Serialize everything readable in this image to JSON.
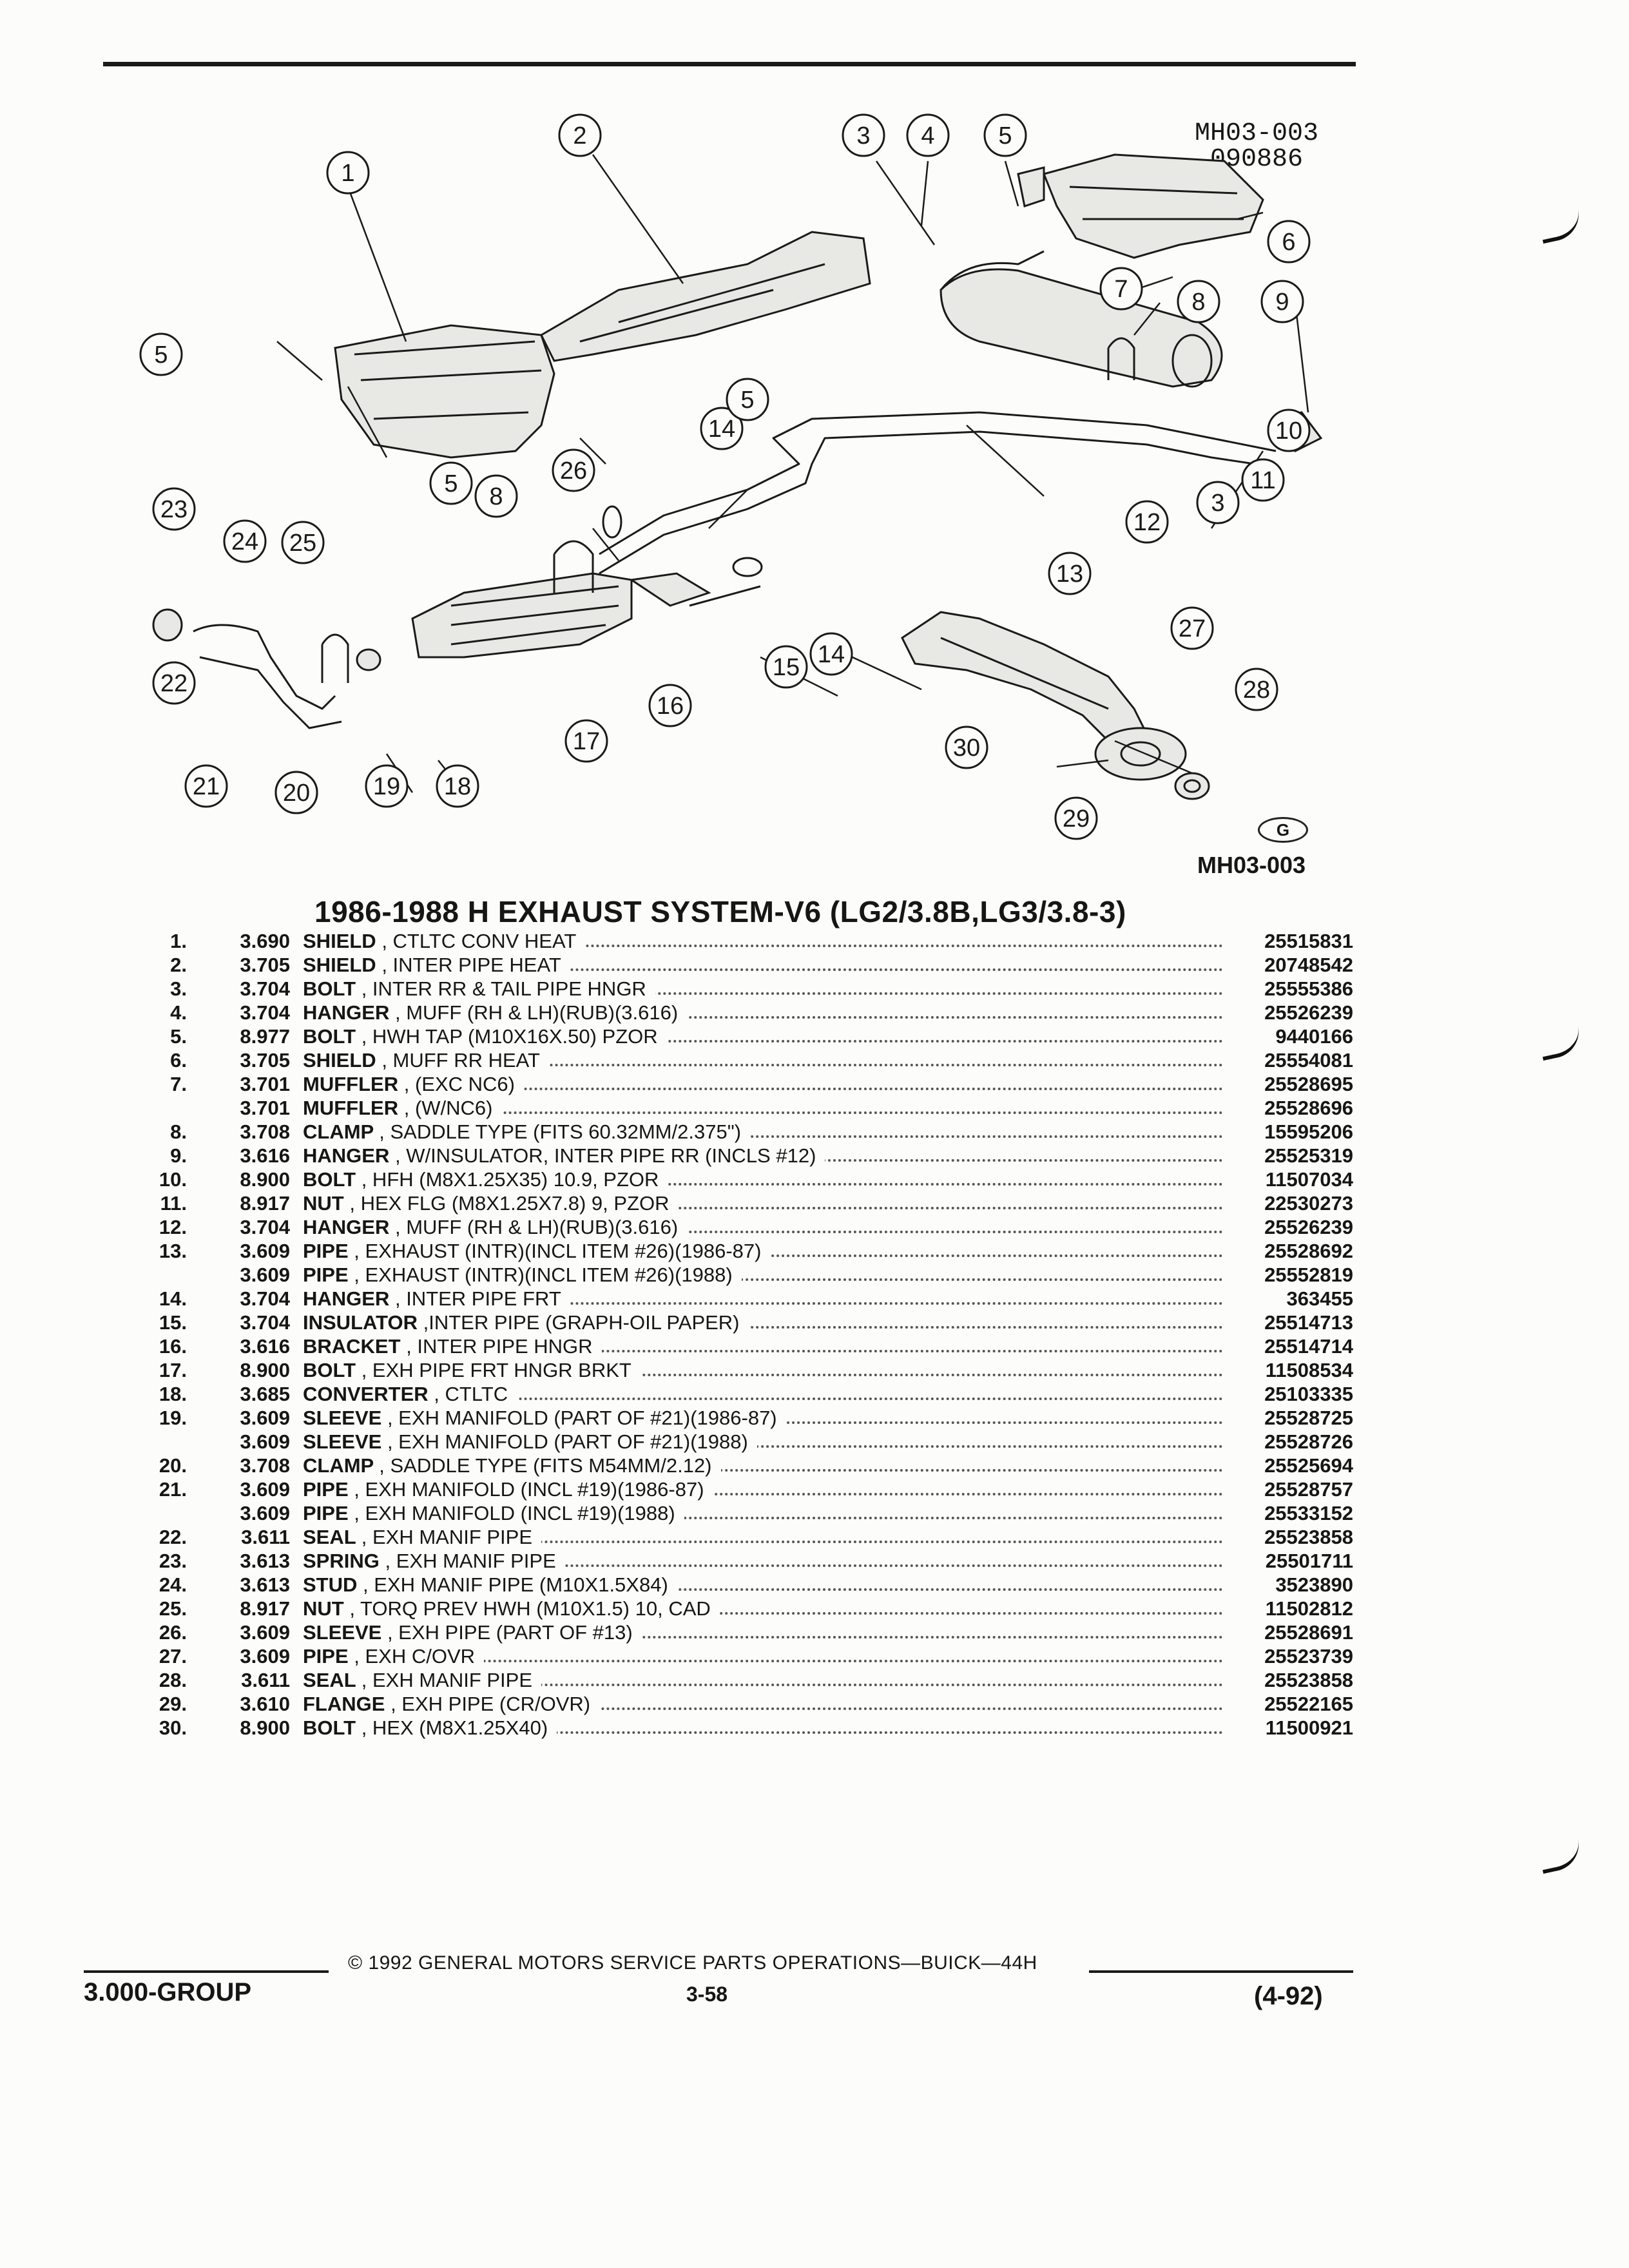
{
  "diagram": {
    "drawing_code": "MH03-003",
    "drawing_date": "090886",
    "figure_id": "MH03-003",
    "logo_letter": "G",
    "callouts": [
      "1",
      "2",
      "3",
      "4",
      "5",
      "6",
      "7",
      "8",
      "9",
      "10",
      "11",
      "12",
      "13",
      "14",
      "15",
      "16",
      "17",
      "18",
      "19",
      "20",
      "21",
      "22",
      "23",
      "24",
      "25",
      "26",
      "27",
      "28",
      "29",
      "30"
    ]
  },
  "section": {
    "title": "1986-1988 H EXHAUST SYSTEM-V6 (LG2/3.8B,LG3/3.8-3)"
  },
  "parts": [
    {
      "item": "1.",
      "cat": "3.690",
      "name": "SHIELD",
      "desc": ", CTLTC CONV HEAT",
      "pn": "25515831"
    },
    {
      "item": "2.",
      "cat": "3.705",
      "name": "SHIELD",
      "desc": ", INTER PIPE HEAT",
      "pn": "20748542"
    },
    {
      "item": "3.",
      "cat": "3.704",
      "name": "BOLT",
      "desc": ", INTER RR & TAIL PIPE HNGR",
      "pn": "25555386"
    },
    {
      "item": "4.",
      "cat": "3.704",
      "name": "HANGER",
      "desc": ", MUFF (RH & LH)(RUB)(3.616)",
      "pn": "25526239"
    },
    {
      "item": "5.",
      "cat": "8.977",
      "name": "BOLT",
      "desc": ", HWH TAP (M10X16X.50) PZOR",
      "pn": "9440166"
    },
    {
      "item": "6.",
      "cat": "3.705",
      "name": "SHIELD",
      "desc": ", MUFF RR HEAT",
      "pn": "25554081"
    },
    {
      "item": "7.",
      "cat": "3.701",
      "name": "MUFFLER",
      "desc": ", (EXC NC6)",
      "pn": "25528695"
    },
    {
      "item": "",
      "cat": "3.701",
      "name": "MUFFLER",
      "desc": ", (W/NC6)",
      "pn": "25528696"
    },
    {
      "item": "8.",
      "cat": "3.708",
      "name": "CLAMP",
      "desc": ", SADDLE TYPE (FITS 60.32MM/2.375\")",
      "pn": "15595206"
    },
    {
      "item": "9.",
      "cat": "3.616",
      "name": "HANGER",
      "desc": ", W/INSULATOR, INTER PIPE RR (INCLS #12)",
      "pn": "25525319"
    },
    {
      "item": "10.",
      "cat": "8.900",
      "name": "BOLT",
      "desc": ", HFH (M8X1.25X35) 10.9, PZOR",
      "pn": "11507034"
    },
    {
      "item": "11.",
      "cat": "8.917",
      "name": "NUT",
      "desc": ", HEX FLG (M8X1.25X7.8) 9, PZOR",
      "pn": "22530273"
    },
    {
      "item": "12.",
      "cat": "3.704",
      "name": "HANGER",
      "desc": ", MUFF (RH & LH)(RUB)(3.616)",
      "pn": "25526239"
    },
    {
      "item": "13.",
      "cat": "3.609",
      "name": "PIPE",
      "desc": ", EXHAUST (INTR)(INCL ITEM #26)(1986-87)",
      "pn": "25528692"
    },
    {
      "item": "",
      "cat": "3.609",
      "name": "PIPE",
      "desc": ", EXHAUST (INTR)(INCL ITEM #26)(1988)",
      "pn": "25552819"
    },
    {
      "item": "14.",
      "cat": "3.704",
      "name": "HANGER",
      "desc": ", INTER PIPE FRT",
      "pn": "363455"
    },
    {
      "item": "15.",
      "cat": "3.704",
      "name": "INSULATOR",
      "desc": ",INTER PIPE (GRAPH-OIL PAPER)",
      "pn": "25514713"
    },
    {
      "item": "16.",
      "cat": "3.616",
      "name": "BRACKET",
      "desc": ", INTER PIPE HNGR",
      "pn": "25514714"
    },
    {
      "item": "17.",
      "cat": "8.900",
      "name": "BOLT",
      "desc": ", EXH PIPE FRT HNGR BRKT",
      "pn": "11508534"
    },
    {
      "item": "18.",
      "cat": "3.685",
      "name": "CONVERTER",
      "desc": ", CTLTC",
      "pn": "25103335"
    },
    {
      "item": "19.",
      "cat": "3.609",
      "name": "SLEEVE",
      "desc": ", EXH MANIFOLD (PART OF #21)(1986-87)",
      "pn": "25528725"
    },
    {
      "item": "",
      "cat": "3.609",
      "name": "SLEEVE",
      "desc": ", EXH MANIFOLD (PART OF #21)(1988)",
      "pn": "25528726"
    },
    {
      "item": "20.",
      "cat": "3.708",
      "name": "CLAMP",
      "desc": ", SADDLE TYPE (FITS M54MM/2.12)",
      "pn": "25525694"
    },
    {
      "item": "21.",
      "cat": "3.609",
      "name": "PIPE",
      "desc": ", EXH MANIFOLD (INCL #19)(1986-87)",
      "pn": "25528757"
    },
    {
      "item": "",
      "cat": "3.609",
      "name": "PIPE",
      "desc": ", EXH MANIFOLD (INCL #19)(1988)",
      "pn": "25533152"
    },
    {
      "item": "22.",
      "cat": "3.611",
      "name": "SEAL",
      "desc": ", EXH MANIF PIPE",
      "pn": "25523858"
    },
    {
      "item": "23.",
      "cat": "3.613",
      "name": "SPRING",
      "desc": ", EXH MANIF PIPE",
      "pn": "25501711"
    },
    {
      "item": "24.",
      "cat": "3.613",
      "name": "STUD",
      "desc": ", EXH MANIF PIPE (M10X1.5X84)",
      "pn": "3523890"
    },
    {
      "item": "25.",
      "cat": "8.917",
      "name": "NUT",
      "desc": ", TORQ PREV HWH (M10X1.5) 10, CAD",
      "pn": "11502812"
    },
    {
      "item": "26.",
      "cat": "3.609",
      "name": "SLEEVE",
      "desc": ", EXH PIPE (PART OF #13)",
      "pn": "25528691"
    },
    {
      "item": "27.",
      "cat": "3.609",
      "name": "PIPE",
      "desc": ", EXH C/OVR",
      "pn": "25523739"
    },
    {
      "item": "28.",
      "cat": "3.611",
      "name": "SEAL",
      "desc": ", EXH MANIF PIPE",
      "pn": "25523858"
    },
    {
      "item": "29.",
      "cat": "3.610",
      "name": "FLANGE",
      "desc": ", EXH PIPE (CR/OVR)",
      "pn": "25522165"
    },
    {
      "item": "30.",
      "cat": "8.900",
      "name": "BOLT",
      "desc": ", HEX (M8X1.25X40)",
      "pn": "11500921"
    }
  ],
  "footer": {
    "copyright": "© 1992 GENERAL MOTORS SERVICE PARTS OPERATIONS—BUICK—44H",
    "group": "3.000-GROUP",
    "page": "3-58",
    "date_code": "(4-92)"
  }
}
